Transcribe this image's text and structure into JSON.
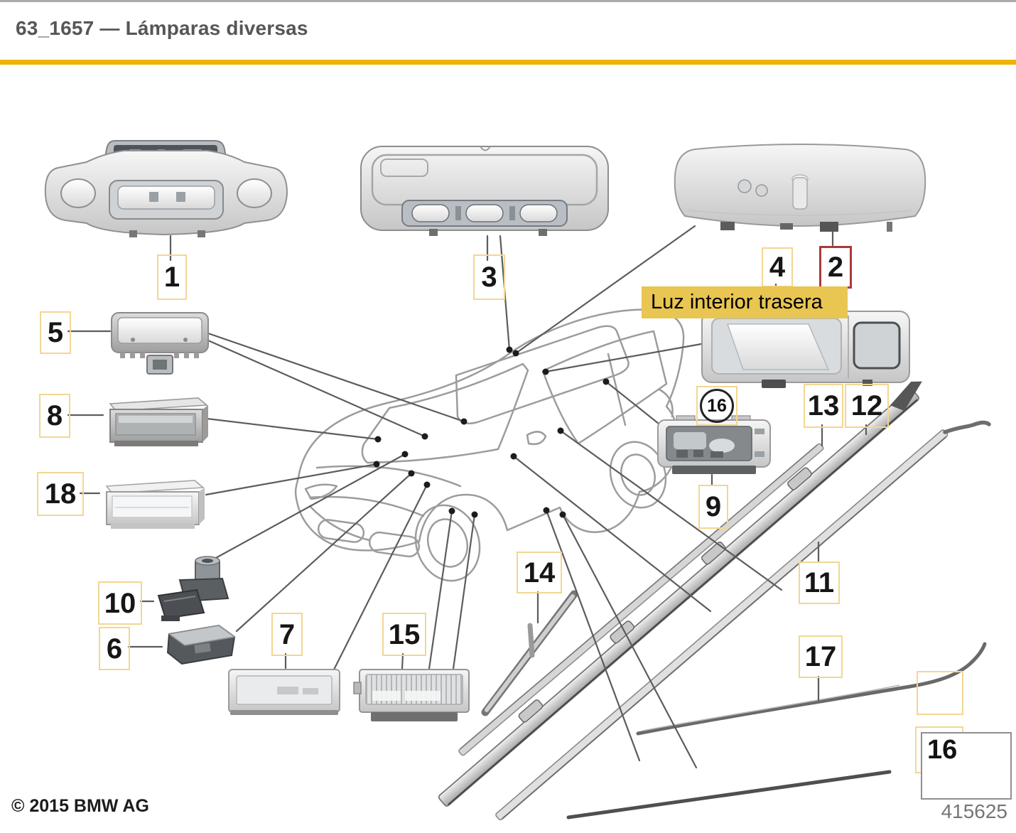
{
  "header": {
    "title": "63_1657 — Lámparas diversas"
  },
  "tooltip": {
    "text": "Luz interior trasera"
  },
  "callouts": [
    {
      "id": "1",
      "label": "1"
    },
    {
      "id": "3",
      "label": "3"
    },
    {
      "id": "4",
      "label": "4"
    },
    {
      "id": "2",
      "label": "2",
      "highlighted": true
    },
    {
      "id": "5",
      "label": "5"
    },
    {
      "id": "8",
      "label": "8"
    },
    {
      "id": "18",
      "label": "18"
    },
    {
      "id": "10",
      "label": "10"
    },
    {
      "id": "6",
      "label": "6"
    },
    {
      "id": "7",
      "label": "7"
    },
    {
      "id": "15",
      "label": "15"
    },
    {
      "id": "14",
      "label": "14"
    },
    {
      "id": "9",
      "label": "9"
    },
    {
      "id": "16",
      "label": "16",
      "circled": true
    },
    {
      "id": "13",
      "label": "13"
    },
    {
      "id": "12",
      "label": "12"
    },
    {
      "id": "11",
      "label": "11"
    },
    {
      "id": "17",
      "label": "17"
    },
    {
      "id": "16b",
      "label": "16"
    }
  ],
  "footer": {
    "copyright": "© 2015 BMW AG",
    "doc_number": "415625"
  },
  "colors": {
    "rule_yellow": "#EFB301",
    "tooltip_bg": "#E9C551",
    "callout_border": "#F3D692",
    "callout_border_red": "#A83B3B",
    "title_gray": "#565658",
    "doc_number_gray": "#757575"
  }
}
